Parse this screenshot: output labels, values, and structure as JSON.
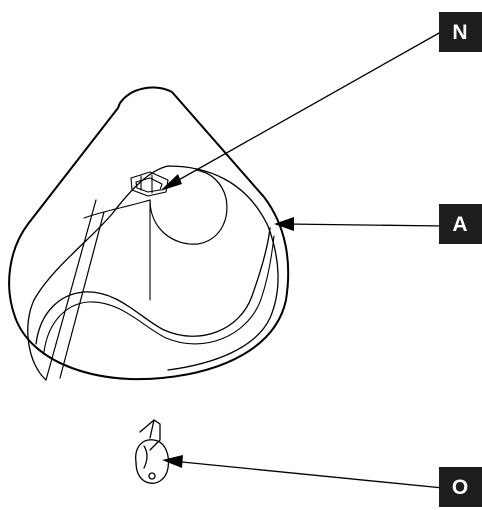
{
  "callouts": {
    "n": {
      "label": "N"
    },
    "a": {
      "label": "A"
    },
    "o": {
      "label": "O"
    }
  },
  "colors": {
    "line": "#000000",
    "background": "#ffffff",
    "callout_box": "#1e1e1e",
    "callout_text": "#ffffff"
  }
}
